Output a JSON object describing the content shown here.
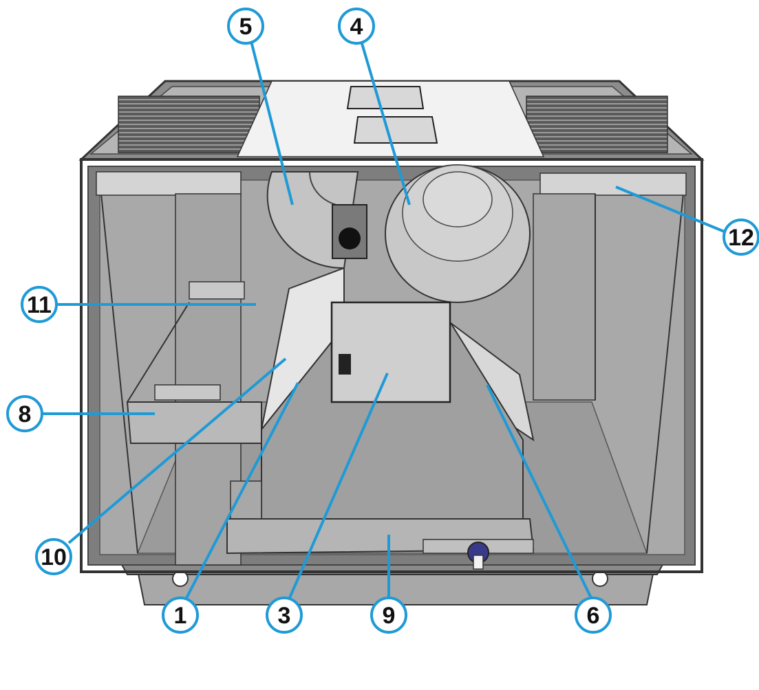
{
  "colors": {
    "callout_blue": "#1f9ad6",
    "callout_fill": "#ffffff",
    "frame_dark": "#4a4a4a",
    "panel_grey": "#9a9a9a",
    "panel_light": "#c4c4c4",
    "top_cover": "#d9d9d9"
  },
  "callouts": [
    {
      "id": "c5",
      "label": "5"
    },
    {
      "id": "c4",
      "label": "4"
    },
    {
      "id": "c12",
      "label": "12"
    },
    {
      "id": "c11",
      "label": "11"
    },
    {
      "id": "c8",
      "label": "8"
    },
    {
      "id": "c10",
      "label": "10"
    },
    {
      "id": "c1",
      "label": "1"
    },
    {
      "id": "c3",
      "label": "3"
    },
    {
      "id": "c9",
      "label": "9"
    },
    {
      "id": "c6",
      "label": "6"
    }
  ]
}
